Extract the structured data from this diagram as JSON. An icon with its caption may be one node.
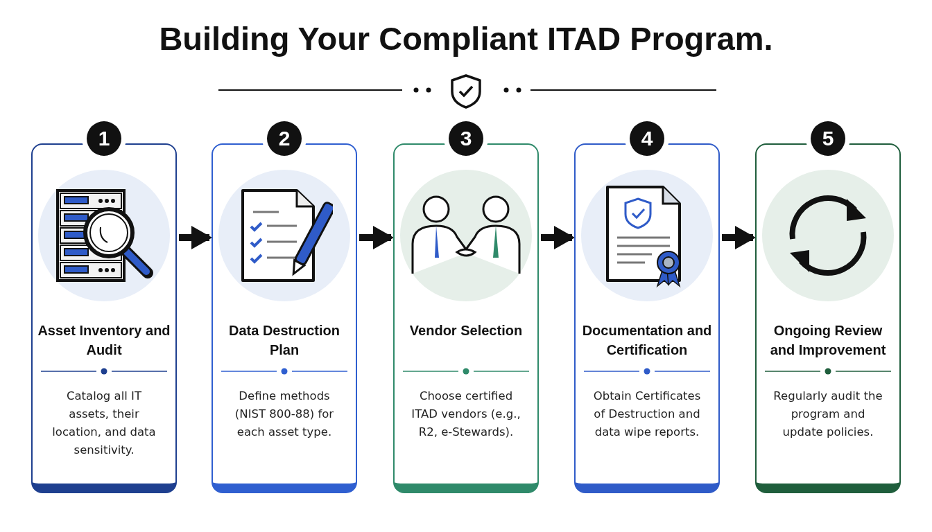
{
  "diagram": {
    "title": "Building Your Compliant ITAD Program.",
    "nodes": [
      {
        "text": [
          "1",
          "Asset Inventory and Audit",
          "Catalog all IT assets, their location, and data sensitivity."
        ]
      },
      {
        "text": [
          "2",
          "Data Destruction Plan",
          "Define methods (NIST 800-88) for each asset type."
        ]
      },
      {
        "text": [
          "3",
          "Vendor Selection",
          "Choose certified ITAD vendors (e.g., R2, e-Stewards)."
        ]
      },
      {
        "text": [
          "4",
          "Documentation and Certification",
          "Obtain Certificates of Destruction and data wipe reports."
        ]
      },
      {
        "text": [
          "5",
          "Ongoing Review and Improvement",
          "Regularly audit the program and update policies."
        ]
      }
    ],
    "edges": [
      {
        "from": 0,
        "to": 1,
        "arrow": "to"
      },
      {
        "from": 1,
        "to": 2,
        "arrow": "to"
      },
      {
        "from": 2,
        "to": 3,
        "arrow": "to"
      },
      {
        "from": 3,
        "to": 4,
        "arrow": "to"
      }
    ]
  }
}
